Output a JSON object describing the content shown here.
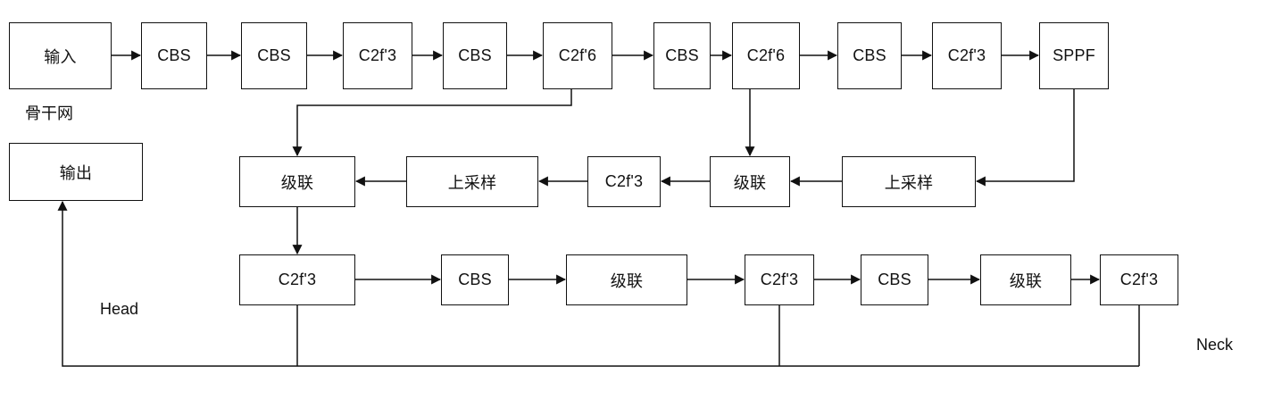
{
  "colors": {
    "line": "#111111",
    "box_border": "#111111",
    "background": "#ffffff",
    "text": "#111111"
  },
  "labels": {
    "backbone": "骨干网",
    "head": "Head",
    "neck": "Neck"
  },
  "nodes": {
    "input": "输入",
    "output": "输出",
    "backbone": [
      "CBS",
      "CBS",
      "C2f'3",
      "CBS",
      "C2f'6",
      "CBS",
      "C2f'6",
      "CBS",
      "C2f'3",
      "SPPF"
    ],
    "neck_top": [
      "级联",
      "上采样",
      "C2f'3",
      "级联",
      "上采样"
    ],
    "neck_bottom": [
      "C2f'3",
      "CBS",
      "级联",
      "C2f'3",
      "CBS",
      "级联",
      "C2f'3"
    ]
  }
}
